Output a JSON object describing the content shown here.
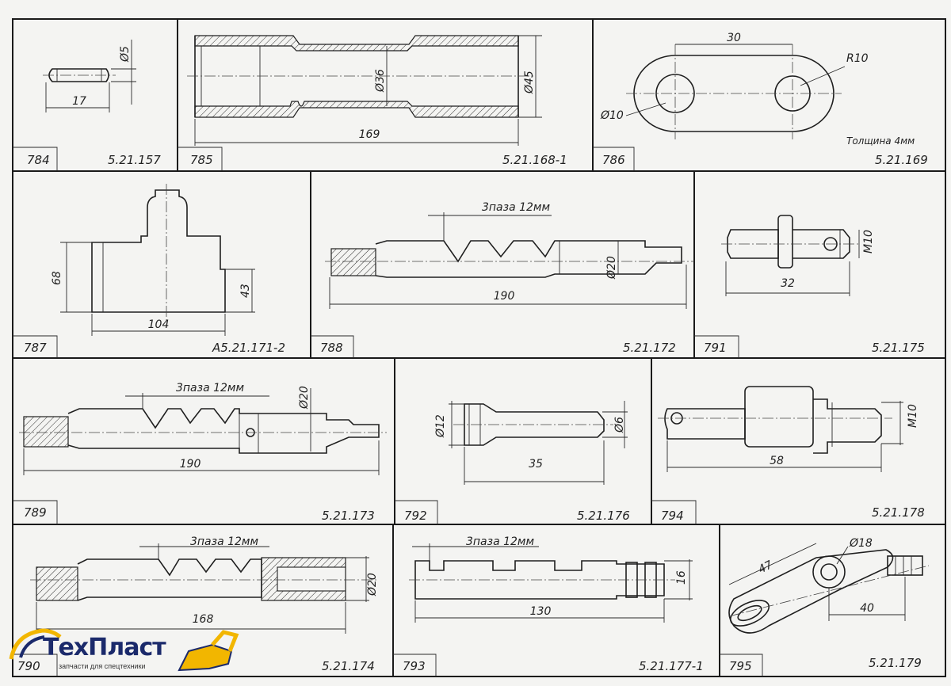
{
  "panels": [
    {
      "num": "784",
      "code": "5.21.157",
      "dims": [
        "Ø5",
        "17"
      ]
    },
    {
      "num": "785",
      "code": "5.21.168-1",
      "dims": [
        "Ø36",
        "Ø45",
        "169"
      ]
    },
    {
      "num": "786",
      "code": "5.21.169",
      "dims": [
        "30",
        "R10",
        "Ø10"
      ],
      "note": "Толщина 4мм"
    },
    {
      "num": "787",
      "code": "А5.21.171-2",
      "dims": [
        "68",
        "43",
        "104"
      ]
    },
    {
      "num": "788",
      "code": "5.21.172",
      "dims": [
        "3паза 12мм",
        "Ø20",
        "190"
      ]
    },
    {
      "num": "791",
      "code": "5.21.175",
      "dims": [
        "М10",
        "32"
      ]
    },
    {
      "num": "789",
      "code": "5.21.173",
      "dims": [
        "3паза 12мм",
        "Ø20",
        "190"
      ]
    },
    {
      "num": "792",
      "code": "5.21.176",
      "dims": [
        "Ø12",
        "Ø6",
        "35"
      ]
    },
    {
      "num": "794",
      "code": "5.21.178",
      "dims": [
        "М10",
        "58"
      ]
    },
    {
      "num": "790",
      "code": "5.21.174",
      "dims": [
        "3паза 12мм",
        "Ø20",
        "168"
      ]
    },
    {
      "num": "793",
      "code": "5.21.177-1",
      "dims": [
        "3паза 12мм",
        "16",
        "130"
      ]
    },
    {
      "num": "795",
      "code": "5.21.179",
      "dims": [
        "47",
        "Ø18",
        "40"
      ]
    }
  ],
  "logo": {
    "brand_1": "Тех",
    "brand_2": "Пласт",
    "tagline": "запчасти для спецтехники",
    "brand_color": "#1b2a6b",
    "accent_color": "#f2b600"
  }
}
